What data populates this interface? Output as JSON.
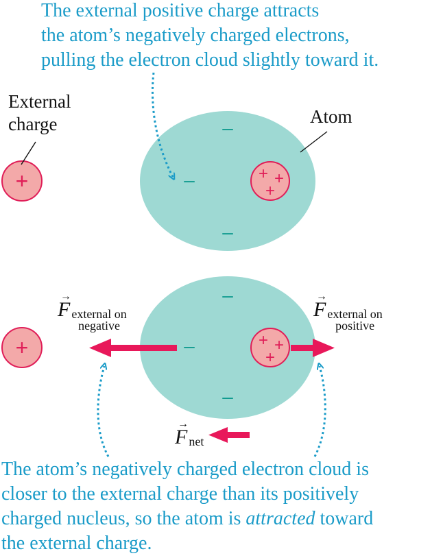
{
  "top_caption": {
    "lines": [
      "The external positive charge attracts",
      "the atom’s negatively charged electrons,",
      "pulling the electron cloud slightly toward it."
    ]
  },
  "bottom_caption": {
    "line1": "The atom’s negatively charged electron cloud is",
    "line2": "closer to the external charge than its positively",
    "line3_before": "charged nucleus, so the atom is ",
    "line3_emphasis": "attracted",
    "line3_after": " toward",
    "line4": "the external charge."
  },
  "labels": {
    "external_line1": "External",
    "external_line2": "charge",
    "atom": "Atom"
  },
  "forces": {
    "symbol": "F",
    "vector_mark": "→",
    "external_on_negative_sub1": "external on",
    "external_on_negative_sub2": "negative",
    "external_on_positive_sub1": "external on",
    "external_on_positive_sub2": "positive",
    "net_sub": "net"
  },
  "signs": {
    "plus": "+",
    "minus": "–"
  },
  "colors": {
    "caption": "#1a9bc8",
    "cloud": "#9ed9d3",
    "electron": "#0e9a8e",
    "charge_fill": "#f3a9a9",
    "charge_stroke": "#e01e58",
    "arrow": "#e8185a",
    "text": "#111111"
  }
}
